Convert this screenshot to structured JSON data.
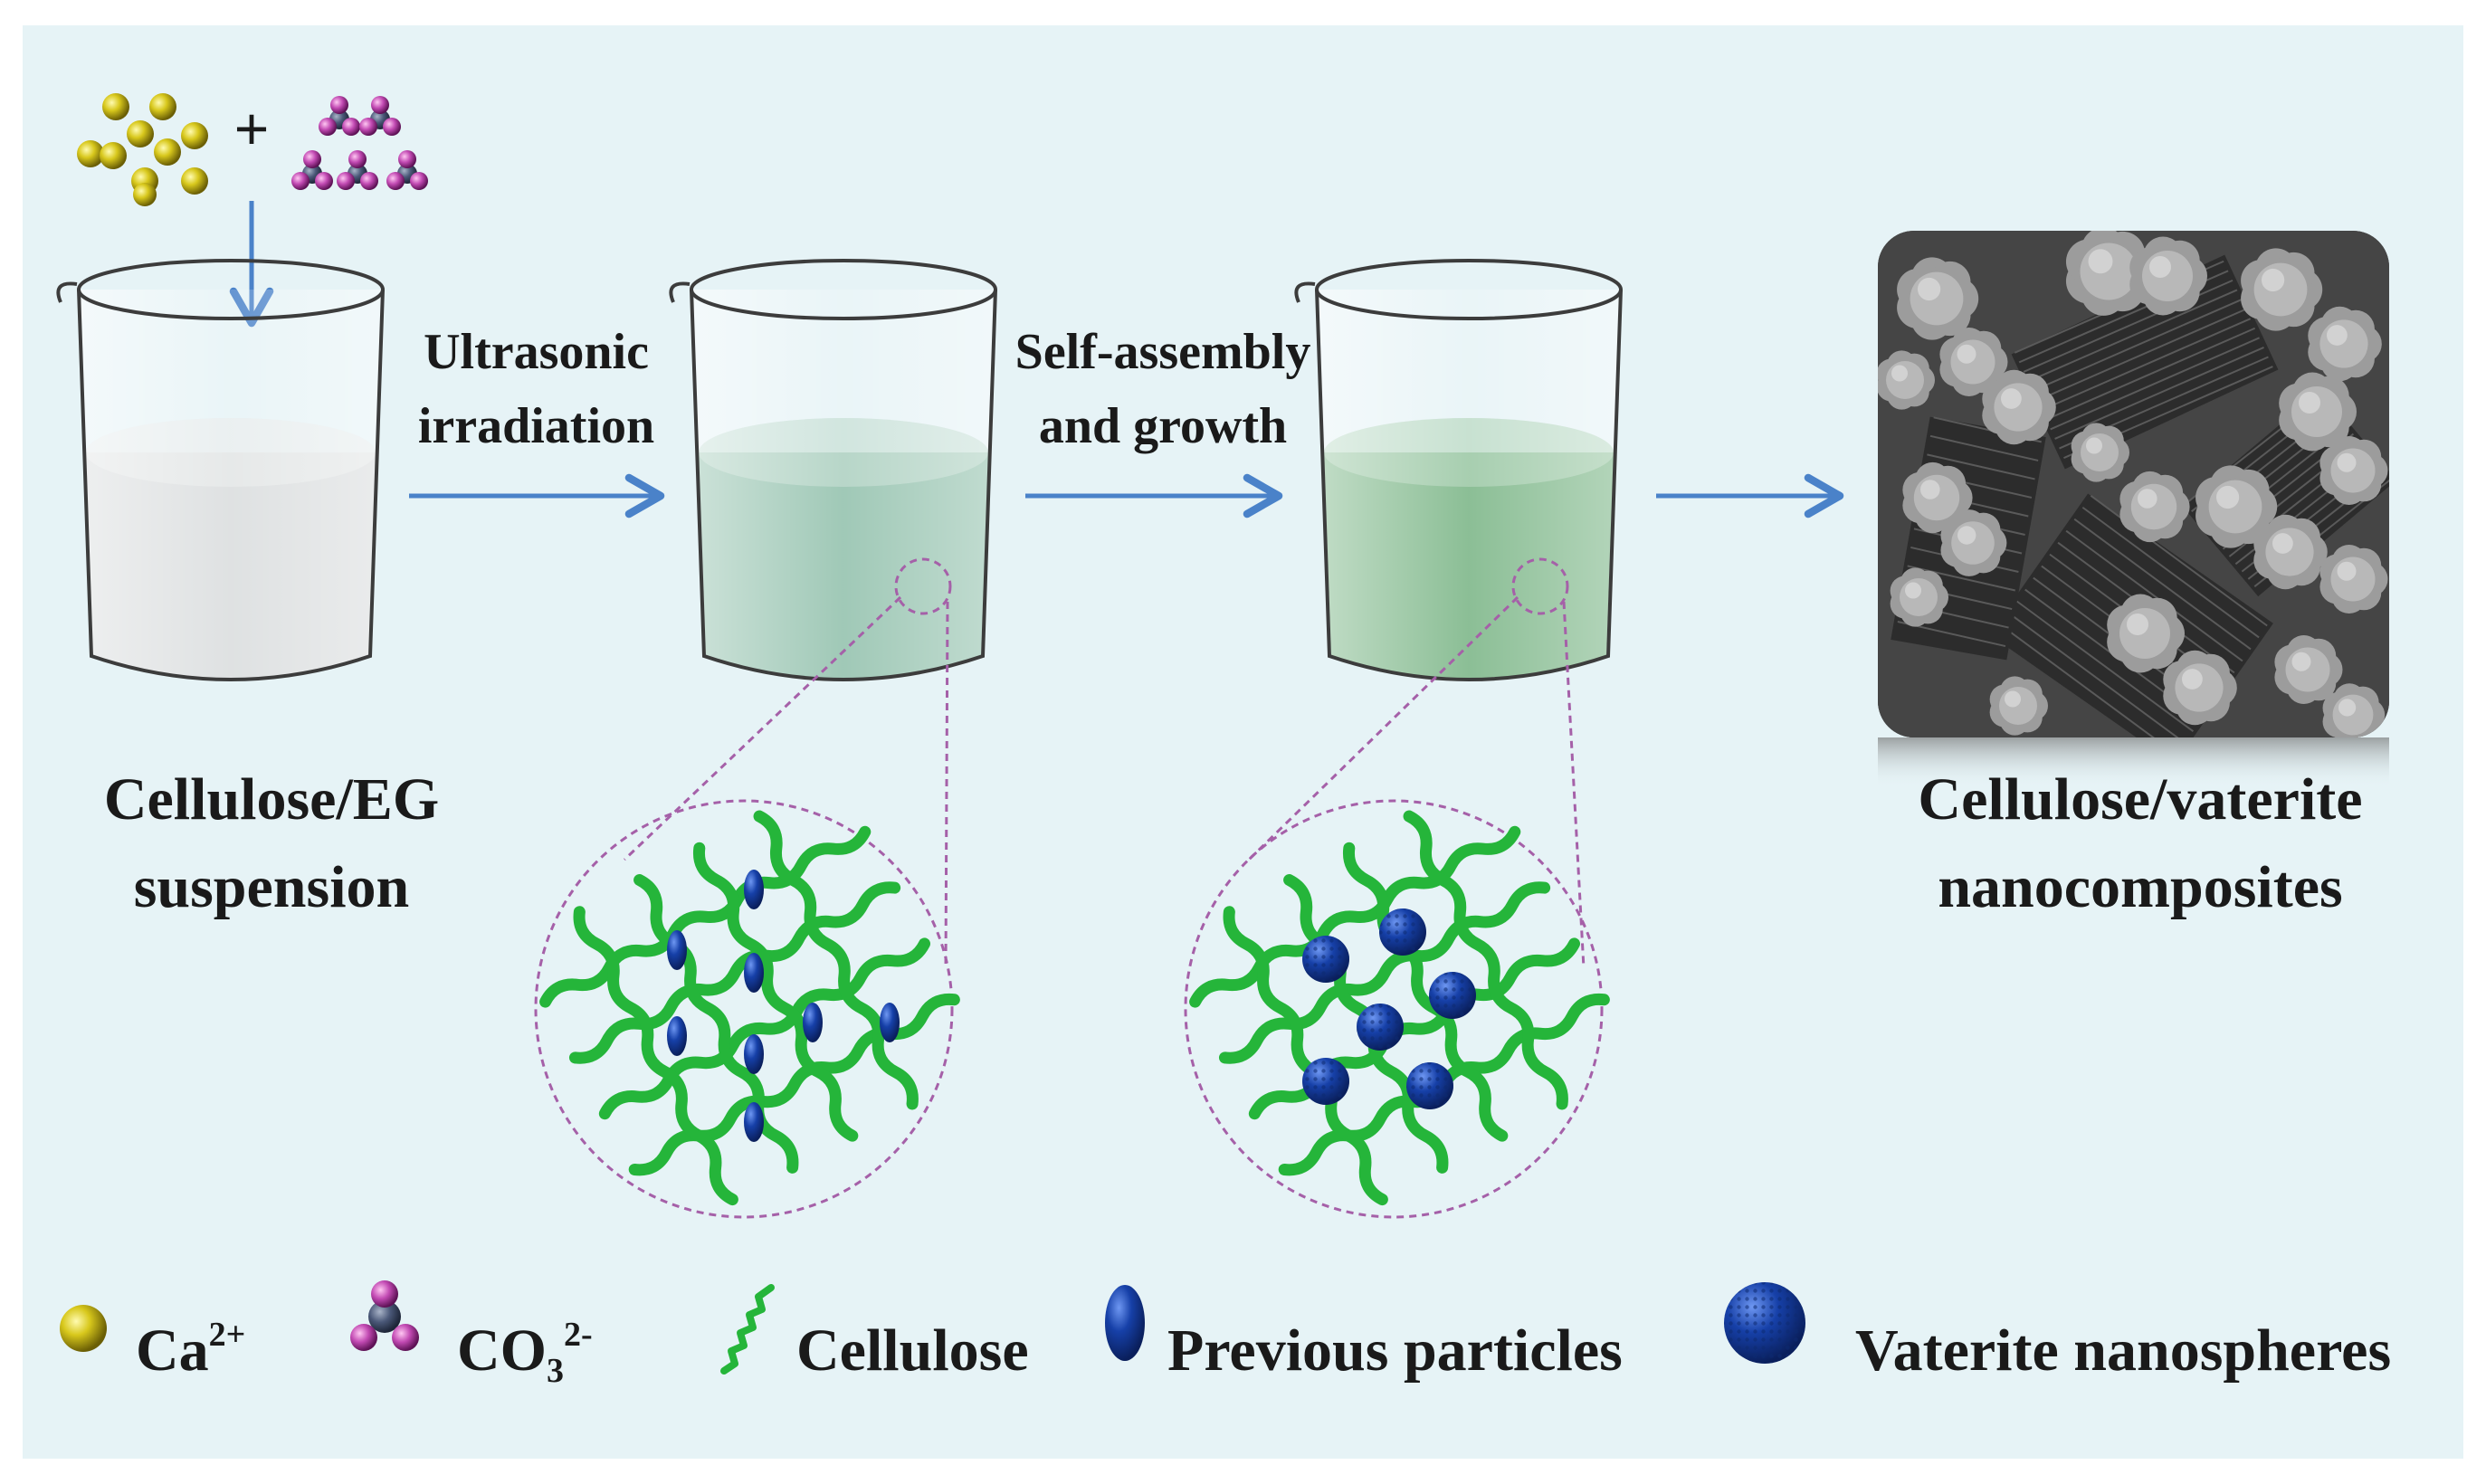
{
  "figure": {
    "background_color": "#e6f3f6",
    "arrow_color": "#4a82c9",
    "cellulose_color": "#25b53a",
    "particle_color": "#123a9c",
    "steps": [
      {
        "label_lines": [
          "Cellulose/EG",
          "suspension"
        ],
        "liquid_color": "#d9dcdd",
        "icon": "beaker-icon"
      },
      {
        "label_lines": [],
        "liquid_color": "#8fbfaa",
        "icon": "beaker-icon"
      },
      {
        "label_lines": [],
        "liquid_color": "#77b383",
        "icon": "beaker-icon"
      },
      {
        "label_lines": [
          "Cellulose/vaterite",
          "nanocomposites"
        ],
        "icon": "sem-image"
      }
    ],
    "arrows": [
      {
        "label_lines": [
          "Ultrasonic",
          "irradiation"
        ]
      },
      {
        "label_lines": [
          "Self-assembly",
          "and growth"
        ]
      },
      {
        "label_lines": []
      }
    ],
    "reagents": {
      "plus": "+"
    }
  },
  "legend": {
    "ca": {
      "base": "Ca",
      "sup": "2+",
      "color": "#d4c51a"
    },
    "co3": {
      "base": "CO",
      "sub": "3",
      "sup": "2-",
      "color": "#c54ab8"
    },
    "cellulose": {
      "label": "Cellulose"
    },
    "previous": {
      "label": "Previous particles"
    },
    "vaterite": {
      "label": "Vaterite nanospheres"
    }
  }
}
